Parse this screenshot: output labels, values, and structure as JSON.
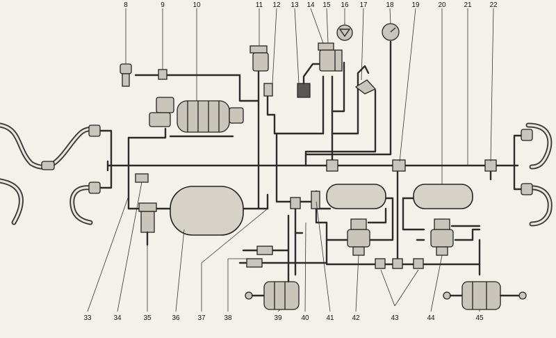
{
  "diagram": {
    "colors": {
      "line": "#2b2b2b",
      "paper": "#f4f1ea",
      "tank": "#d6d2c8"
    },
    "top_labels": [
      "8",
      "9",
      "10",
      "11",
      "12",
      "13",
      "14",
      "15",
      "16",
      "17",
      "18",
      "19",
      "20",
      "21",
      "22"
    ],
    "bottom_labels": [
      "33",
      "34",
      "35",
      "36",
      "37",
      "38",
      "39",
      "40",
      "41",
      "42",
      "43",
      "44",
      "45"
    ]
  }
}
